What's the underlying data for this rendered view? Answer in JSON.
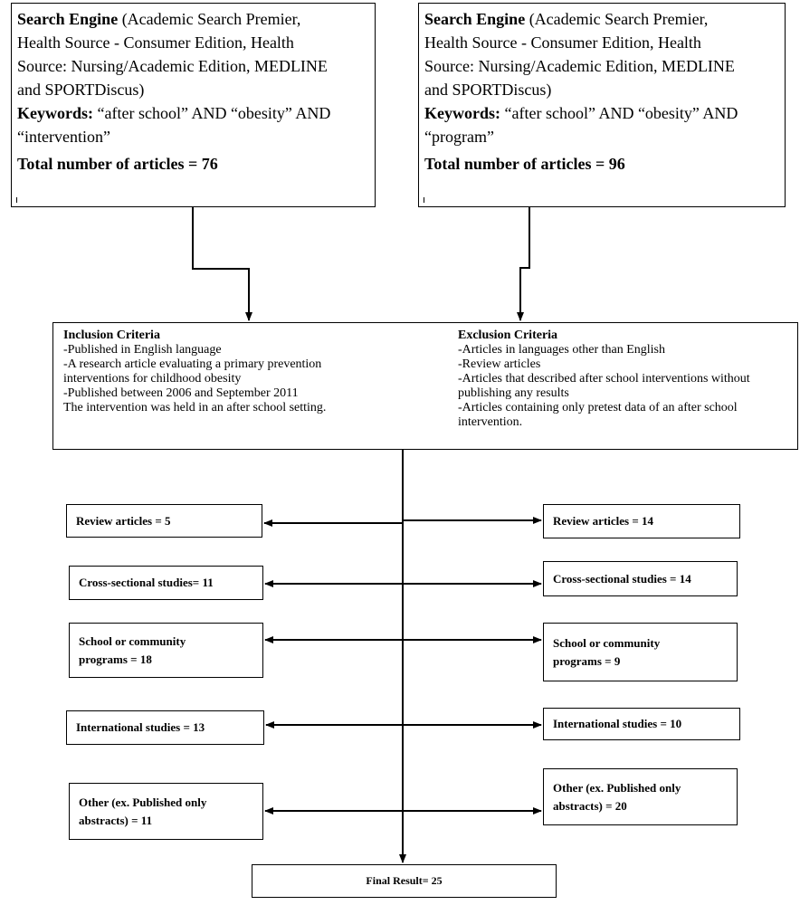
{
  "search_left": {
    "engine_label": "Search Engine",
    "engine_text": " (Academic Search Premier,",
    "engine_lines": [
      "Health Source - Consumer Edition, Health",
      "Source: Nursing/Academic Edition, MEDLINE",
      "and SPORTDiscus)"
    ],
    "keywords_label": "Keywords:",
    "keywords_text": " “after school” AND “obesity” AND",
    "keywords_line2": "“intervention”",
    "total": "Total number of articles = 76"
  },
  "search_right": {
    "engine_label": "Search Engine",
    "engine_text": " (Academic Search Premier,",
    "engine_lines": [
      "Health Source - Consumer Edition, Health",
      "Source: Nursing/Academic Edition, MEDLINE",
      "and SPORTDiscus)"
    ],
    "keywords_label": "Keywords:",
    "keywords_text": " “after school” AND “obesity” AND",
    "keywords_line2": "“program”",
    "total": "Total number of articles = 96"
  },
  "inclusion": {
    "title": "Inclusion Criteria",
    "lines": [
      "-Published in English language",
      "-A research article evaluating a primary prevention",
      "interventions for childhood obesity",
      "-Published between 2006 and September 2011",
      "The intervention was held in an after school setting."
    ]
  },
  "exclusion": {
    "title": "Exclusion Criteria",
    "lines": [
      "-Articles in languages other than English",
      "-Review articles",
      "-Articles that described after school interventions without",
      "publishing any results",
      "-Articles containing only pretest data of an after school",
      "intervention."
    ]
  },
  "left_excluded": {
    "review": "Review articles = 5",
    "cross_sectional": "Cross-sectional studies= 11",
    "school_line1": "School or community",
    "school_line2": "programs = 18",
    "international": "International studies = 13",
    "other_line1": "Other (ex. Published only",
    "other_line2": "abstracts) = 11"
  },
  "right_excluded": {
    "review": "Review articles = 14",
    "cross_sectional": "Cross-sectional studies = 14",
    "school_line1": "School or community",
    "school_line2": "programs = 9",
    "international": "International studies = 10",
    "other_line1": "Other (ex. Published only",
    "other_line2": "abstracts) = 20"
  },
  "final": "Final Result= 25"
}
